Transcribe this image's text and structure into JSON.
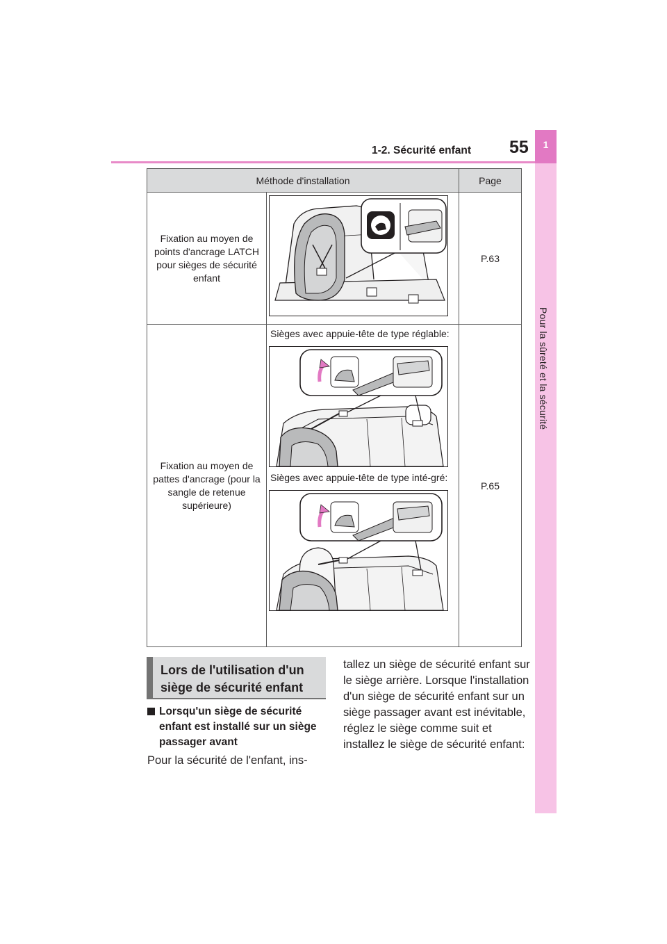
{
  "header": {
    "section_title": "1-2. Sécurité enfant",
    "page_number": "55"
  },
  "side_tab": {
    "chapter_number": "1",
    "chapter_label": "Pour la sûreté et la sécurité"
  },
  "table": {
    "headers": [
      "Méthode d'installation",
      "Page"
    ],
    "rows": [
      {
        "method": "Fixation au moyen de points d'ancrage LATCH pour sièges de sécurité enfant",
        "page": "P.63"
      },
      {
        "method": "Fixation au moyen de pattes d'ancrage (pour la sangle de retenue supérieure)",
        "sub_label_1": "Sièges avec appuie-tête de type réglable:",
        "sub_label_2": "Sièges avec appuie-tête de type inté-gré:",
        "page": "P.65"
      }
    ]
  },
  "section": {
    "heading": "Lors de l'utilisation d'un siège de sécurité enfant",
    "bullet_heading": "Lorsqu'un siège de sécurité enfant est installé sur un siège passager avant",
    "body_left": "Pour la sécurité de l'enfant, ins-",
    "body_right": "tallez un siège de sécurité enfant sur le siège arrière. Lorsque l'installation d'un siège de sécurité enfant sur un siège passager avant est inévitable, réglez le siège comme suit et installez le siège de sécurité enfant:"
  },
  "colors": {
    "accent_pink": "#e279c3",
    "tab_pink": "#f7c3e6",
    "header_rule": "#e88ac8",
    "table_header_bg": "#d9dadb"
  }
}
